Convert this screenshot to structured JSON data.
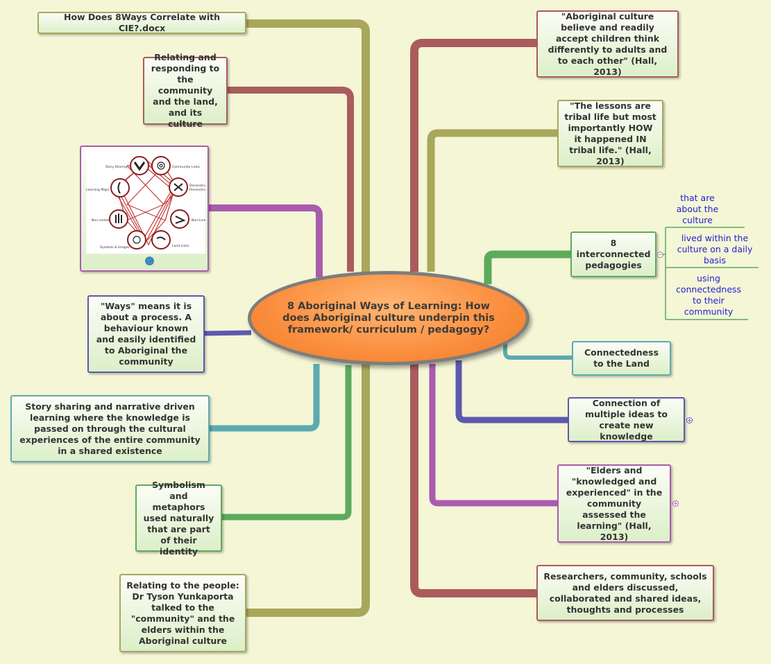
{
  "central_topic": "8 Aboriginal Ways of Learning:  How does Aboriginal culture underpin this framework/ curriculum / pedagogy?",
  "colors": {
    "background": "#f4f6d6",
    "olive": "#a8a75c",
    "red": "#aa5c5c",
    "purple": "#a95cad",
    "blue": "#5d59ac",
    "teal": "#5caab0",
    "green": "#5daa5c",
    "center_fill": "#fb9142",
    "subtopic_text": "#1f1fd0"
  },
  "left_nodes": {
    "docx": "How Does 8Ways Correlate with CIE?.docx",
    "relating_community": "Relating and responding to the community and the land, and its culture",
    "ways_meaning": "\"Ways\" means it is about a process. A behaviour known and easily identified to Aboriginal the community",
    "story_sharing": "Story sharing and narrative driven learning where the knowledge is passed on through the cultural experiences of the entire community in a shared existence",
    "symbolism": "Symbolism and metaphors used naturally that are part of their identity",
    "relating_people": "Relating to the people:  Dr Tyson Yunkaporta talked to the \"community\" and the elders within the Aboriginal culture"
  },
  "right_nodes": {
    "children_quote": "\"Aboriginal culture believe and readily accept children think differently to adults and to each other\" (Hall, 2013)",
    "lessons_quote": "\"The lessons are tribal life but most importantly HOW it happened IN tribal life.\" (Hall, 2013)",
    "pedagogies": "8 interconnected pedagogies",
    "land": "Connectedness to the Land",
    "multiple_ideas": "Connection of multiple ideas to create new knowledge",
    "elders_quote": "\"Elders and \"knowledged and experienced\" in the community assessed the learning\" (Hall, 2013)",
    "researchers": "Researchers, community, schools and elders discussed, collaborated and shared ideas, thoughts and processes"
  },
  "pedagogies_subtopics": [
    "that are about the culture",
    "lived within the culture on a daily basis",
    "using connectedness to their community"
  ],
  "icons": {
    "attachment": "globe-icon",
    "collapse": "minus-circle-icon",
    "expand": "plus-circle-icon"
  },
  "image_labels": [
    "Story Sharing",
    "Community Links",
    "Deconstruct Reconstruct",
    "Non-Linear",
    "Land Links",
    "Symbols & Images",
    "Non-verbal",
    "Learning Maps"
  ],
  "expand_symbol": "+",
  "collapse_symbol": "−"
}
